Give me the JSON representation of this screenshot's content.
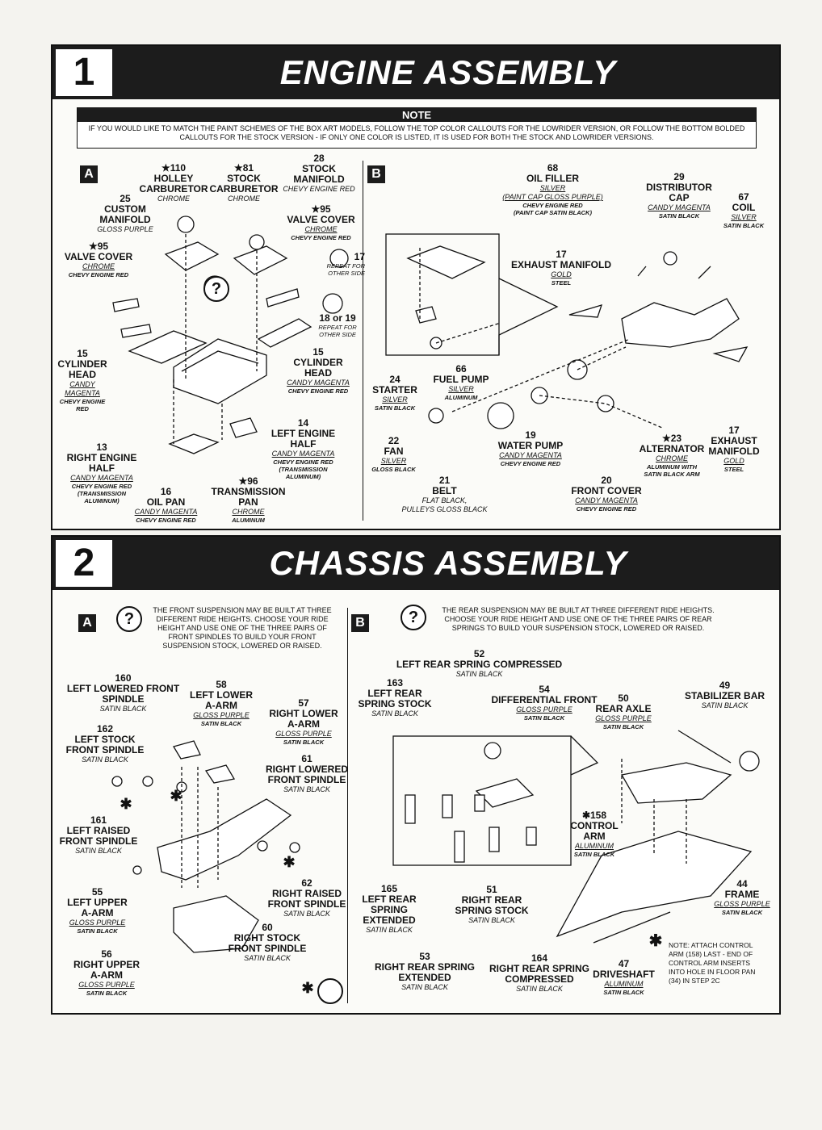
{
  "step1": {
    "number": "1",
    "title": "ENGINE ASSEMBLY",
    "note_head": "NOTE",
    "note_text": "IF YOU WOULD LIKE TO MATCH THE PAINT SCHEMES OF THE BOX ART MODELS, FOLLOW THE TOP COLOR CALLOUTS FOR THE LOWRIDER VERSION, OR FOLLOW THE BOTTOM BOLDED CALLOUTS FOR THE STOCK VERSION - IF ONLY ONE COLOR IS LISTED, IT IS USED FOR BOTH THE STOCK AND LOWRIDER VERSIONS.",
    "sub_a": "A",
    "sub_b": "B",
    "parts_a": [
      {
        "n": "★110\nHOLLEY\nCARBURETOR",
        "c1": "CHROME",
        "c2": ""
      },
      {
        "n": "★81\nSTOCK\nCARBURETOR",
        "c1": "CHROME",
        "c2": ""
      },
      {
        "n": "28\nSTOCK\nMANIFOLD",
        "c1": "CHEVY ENGINE RED",
        "c2": ""
      },
      {
        "n": "25\nCUSTOM\nMANIFOLD",
        "c1": "GLOSS PURPLE",
        "c2": ""
      },
      {
        "n": "★95\nVALVE COVER",
        "c1": "CHROME",
        "c2": "CHEVY ENGINE RED"
      },
      {
        "n": "★95\nVALVE COVER",
        "c1": "CHROME",
        "c2": "CHEVY ENGINE RED"
      },
      {
        "n": "17",
        "c1": "REPEAT FOR\nOTHER SIDE",
        "c2": ""
      },
      {
        "n": "18 or 19",
        "c1": "REPEAT FOR\nOTHER SIDE",
        "c2": ""
      },
      {
        "n": "15\nCYLINDER\nHEAD",
        "c1": "CANDY\nMAGENTA",
        "c2": "CHEVY ENGINE\nRED"
      },
      {
        "n": "15\nCYLINDER\nHEAD",
        "c1": "CANDY MAGENTA",
        "c2": "CHEVY ENGINE RED"
      },
      {
        "n": "14\nLEFT ENGINE\nHALF",
        "c1": "CANDY MAGENTA",
        "c2": "CHEVY ENGINE RED\n(TRANSMISSION\nALUMINUM)"
      },
      {
        "n": "13\nRIGHT ENGINE\nHALF",
        "c1": "CANDY MAGENTA",
        "c2": "CHEVY ENGINE RED\n(TRANSMISSION\nALUMINUM)"
      },
      {
        "n": "16\nOIL PAN",
        "c1": "CANDY MAGENTA",
        "c2": "CHEVY ENGINE RED"
      },
      {
        "n": "★96\nTRANSMISSION\nPAN",
        "c1": "CHROME",
        "c2": "ALUMINUM"
      }
    ],
    "parts_b": [
      {
        "n": "68\nOIL FILLER",
        "c1": "SILVER\n(PAINT CAP GLOSS PURPLE)",
        "c2": "CHEVY ENGINE RED\n(PAINT CAP SATIN BLACK)"
      },
      {
        "n": "29\nDISTRIBUTOR\nCAP",
        "c1": "CANDY MAGENTA",
        "c2": "SATIN BLACK"
      },
      {
        "n": "67\nCOIL",
        "c1": "SILVER",
        "c2": "SATIN BLACK"
      },
      {
        "n": "17\nEXHAUST MANIFOLD",
        "c1": "GOLD",
        "c2": "STEEL"
      },
      {
        "n": "24\nSTARTER",
        "c1": "SILVER",
        "c2": "SATIN BLACK"
      },
      {
        "n": "66\nFUEL PUMP",
        "c1": "SILVER",
        "c2": "ALUMINUM"
      },
      {
        "n": "22\nFAN",
        "c1": "SILVER",
        "c2": "GLOSS BLACK"
      },
      {
        "n": "19\nWATER PUMP",
        "c1": "CANDY MAGENTA",
        "c2": "CHEVY ENGINE RED"
      },
      {
        "n": "★23\nALTERNATOR",
        "c1": "CHROME",
        "c2": "ALUMINUM WITH\nSATIN BLACK ARM"
      },
      {
        "n": "17\nEXHAUST\nMANIFOLD",
        "c1": "GOLD",
        "c2": "STEEL"
      },
      {
        "n": "21\nBELT",
        "c1": "FLAT BLACK,\nPULLEYS GLOSS BLACK",
        "c2": ""
      },
      {
        "n": "20\nFRONT COVER",
        "c1": "CANDY MAGENTA",
        "c2": "CHEVY ENGINE RED"
      }
    ]
  },
  "step2": {
    "number": "2",
    "title": "CHASSIS ASSEMBLY",
    "sub_a": "A",
    "sub_b": "B",
    "q_a": "THE FRONT SUSPENSION MAY BE BUILT AT THREE DIFFERENT RIDE HEIGHTS. CHOOSE YOUR RIDE HEIGHT AND USE ONE OF THE THREE PAIRS OF FRONT SPINDLES TO BUILD YOUR FRONT SUSPENSION STOCK, LOWERED OR RAISED.",
    "q_b": "THE REAR SUSPENSION MAY BE BUILT AT THREE DIFFERENT RIDE HEIGHTS. CHOOSE YOUR RIDE HEIGHT AND USE ONE OF THE THREE PAIRS OF REAR SPRINGS TO BUILD YOUR SUSPENSION STOCK, LOWERED OR RAISED.",
    "parts_a": [
      {
        "n": "160\nLEFT LOWERED FRONT\nSPINDLE",
        "c1": "SATIN BLACK"
      },
      {
        "n": "58\nLEFT LOWER\nA-ARM",
        "c1": "GLOSS PURPLE",
        "c2": "SATIN BLACK"
      },
      {
        "n": "57\nRIGHT LOWER\nA-ARM",
        "c1": "GLOSS PURPLE",
        "c2": "SATIN BLACK"
      },
      {
        "n": "162\nLEFT STOCK\nFRONT SPINDLE",
        "c1": "SATIN BLACK"
      },
      {
        "n": "61\nRIGHT LOWERED\nFRONT SPINDLE",
        "c1": "SATIN BLACK"
      },
      {
        "n": "161\nLEFT RAISED\nFRONT SPINDLE",
        "c1": "SATIN BLACK"
      },
      {
        "n": "55\nLEFT UPPER\nA-ARM",
        "c1": "GLOSS PURPLE",
        "c2": "SATIN BLACK"
      },
      {
        "n": "62\nRIGHT RAISED\nFRONT SPINDLE",
        "c1": "SATIN BLACK"
      },
      {
        "n": "60\nRIGHT STOCK\nFRONT SPINDLE",
        "c1": "SATIN BLACK"
      },
      {
        "n": "56\nRIGHT UPPER\nA-ARM",
        "c1": "GLOSS PURPLE",
        "c2": "SATIN BLACK"
      }
    ],
    "parts_b": [
      {
        "n": "52\nLEFT REAR SPRING COMPRESSED",
        "c1": "SATIN BLACK"
      },
      {
        "n": "163\nLEFT REAR\nSPRING STOCK",
        "c1": "SATIN BLACK"
      },
      {
        "n": "54\nDIFFERENTIAL FRONT",
        "c1": "GLOSS PURPLE",
        "c2": "SATIN BLACK"
      },
      {
        "n": "50\nREAR AXLE",
        "c1": "GLOSS PURPLE",
        "c2": "SATIN BLACK"
      },
      {
        "n": "49\nSTABILIZER BAR",
        "c1": "SATIN BLACK"
      },
      {
        "n": "✱158\nCONTROL\nARM",
        "c1": "ALUMINUM",
        "c2": "SATIN BLACK"
      },
      {
        "n": "44\nFRAME",
        "c1": "GLOSS PURPLE",
        "c2": "SATIN BLACK"
      },
      {
        "n": "165\nLEFT REAR\nSPRING\nEXTENDED",
        "c1": "SATIN BLACK"
      },
      {
        "n": "51\nRIGHT REAR\nSPRING STOCK",
        "c1": "SATIN BLACK"
      },
      {
        "n": "53\nRIGHT REAR SPRING\nEXTENDED",
        "c1": "SATIN BLACK"
      },
      {
        "n": "164\nRIGHT REAR SPRING\nCOMPRESSED",
        "c1": "SATIN BLACK"
      },
      {
        "n": "47\nDRIVESHAFT",
        "c1": "ALUMINUM",
        "c2": "SATIN BLACK"
      }
    ],
    "footnote_star": "✱",
    "footnote": "NOTE: ATTACH CONTROL ARM (158) LAST - END OF CONTROL ARM INSERTS INTO HOLE IN FLOOR PAN (34) IN STEP 2C"
  },
  "icons": {
    "question": "?",
    "star_glyph": "✱"
  }
}
